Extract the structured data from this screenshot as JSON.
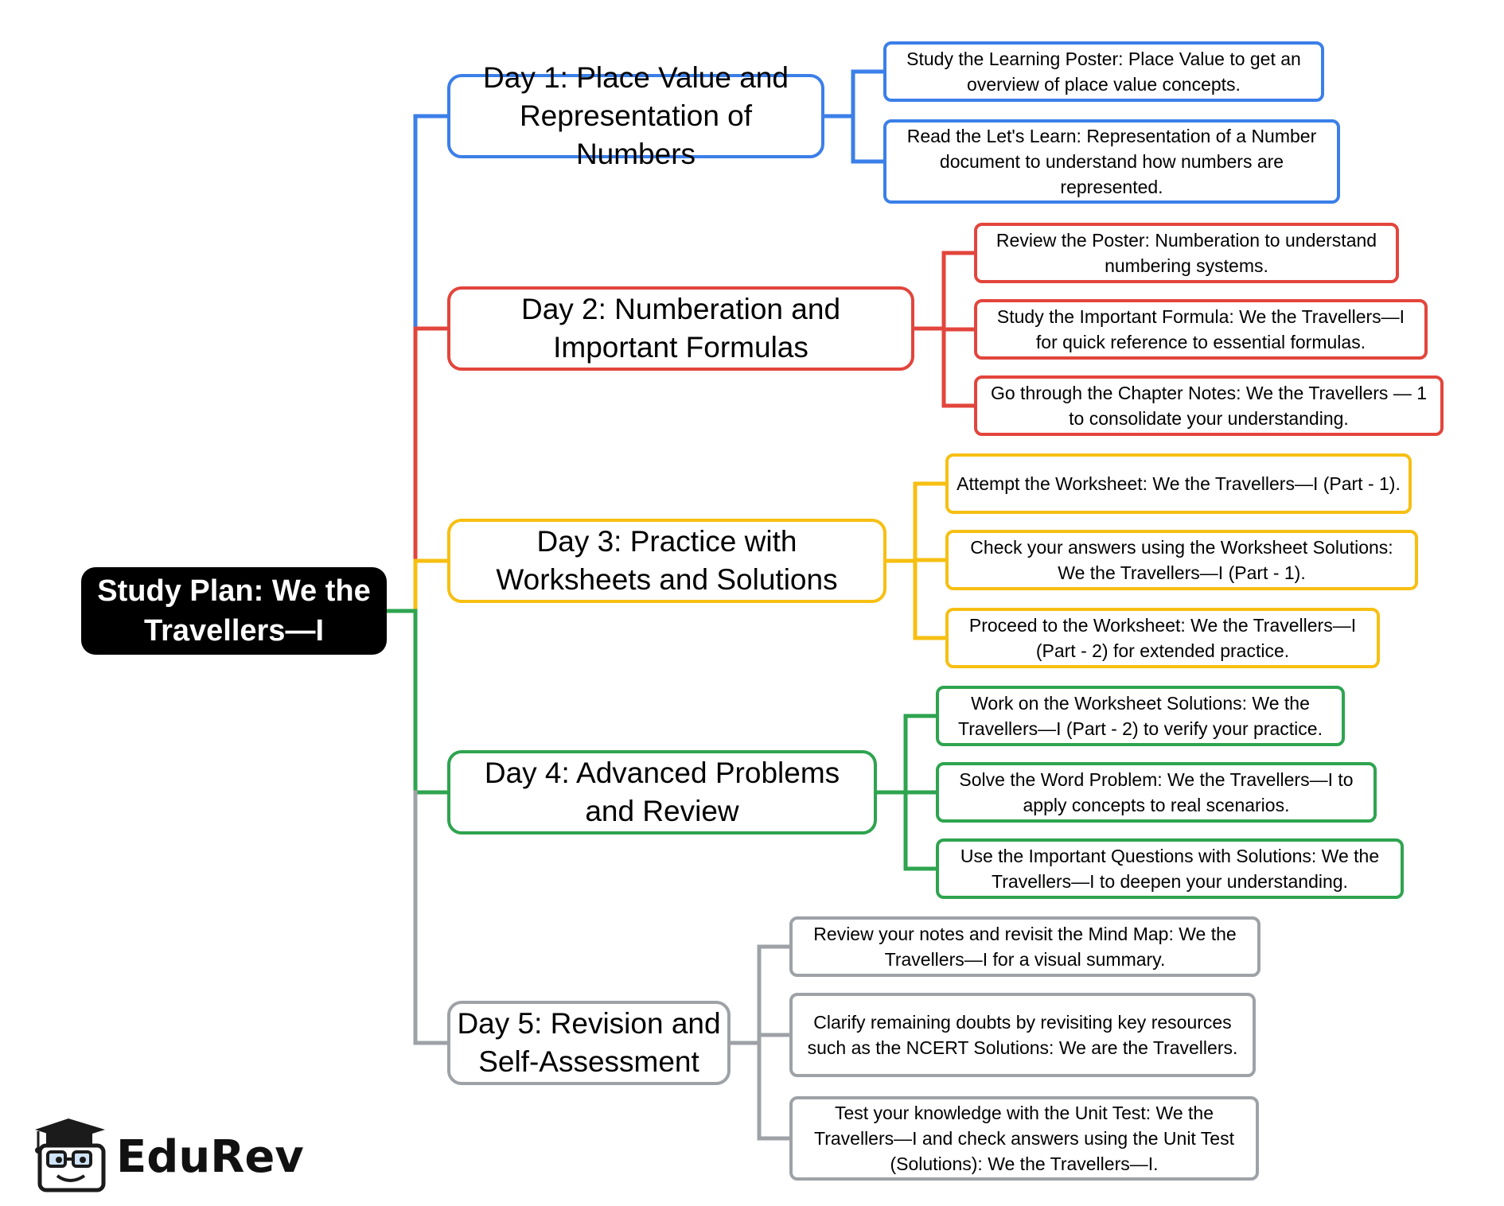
{
  "colors": {
    "blue": "#3b7fe8",
    "red": "#e2453c",
    "yellow": "#f6bf12",
    "green": "#2ea44f",
    "gray": "#9ea2a7",
    "root": "#000000"
  },
  "root": {
    "title": "Study Plan: We the Travellers—I"
  },
  "branches": [
    {
      "title": "Day 1: Place Value and Representation of Numbers",
      "color": "#3b7fe8",
      "tasks": [
        "Study the Learning Poster: Place Value to get an overview of place value concepts.",
        "Read the Let's Learn: Representation of a Number document to understand how numbers are represented."
      ]
    },
    {
      "title": "Day 2: Numberation and Important Formulas",
      "color": "#e2453c",
      "tasks": [
        "Review the Poster: Numberation to understand numbering systems.",
        "Study the Important Formula: We the Travellers—I for quick reference to essential formulas.",
        "Go through the Chapter Notes: We the Travellers — 1 to consolidate your understanding."
      ]
    },
    {
      "title": "Day 3: Practice with Worksheets and Solutions",
      "color": "#f6bf12",
      "tasks": [
        "Attempt the Worksheet: We the Travellers—I (Part - 1).",
        "Check your answers using the Worksheet Solutions: We the Travellers—I (Part - 1).",
        "Proceed to the Worksheet: We the Travellers—I (Part - 2) for extended practice."
      ]
    },
    {
      "title": "Day 4: Advanced Problems and Review",
      "color": "#2ea44f",
      "tasks": [
        "Work on the Worksheet Solutions: We the Travellers—I (Part - 2) to verify your practice.",
        "Solve the Word Problem: We the Travellers—I to apply concepts to real scenarios.",
        "Use the Important Questions with Solutions: We the Travellers—I to deepen your understanding."
      ]
    },
    {
      "title": "Day 5: Revision and Self-Assessment",
      "color": "#9ea2a7",
      "tasks": [
        "Review your notes and revisit the Mind Map: We the Travellers—I for a visual summary.",
        "Clarify remaining doubts by revisiting key resources such as the NCERT Solutions: We are the Travellers.",
        "Test your knowledge with the Unit Test: We the Travellers—I and check answers using the Unit Test (Solutions): We the Travellers—I."
      ]
    }
  ],
  "logo": {
    "brand": "EduRev",
    "icon": "graduation-cap-mascot-icon"
  }
}
